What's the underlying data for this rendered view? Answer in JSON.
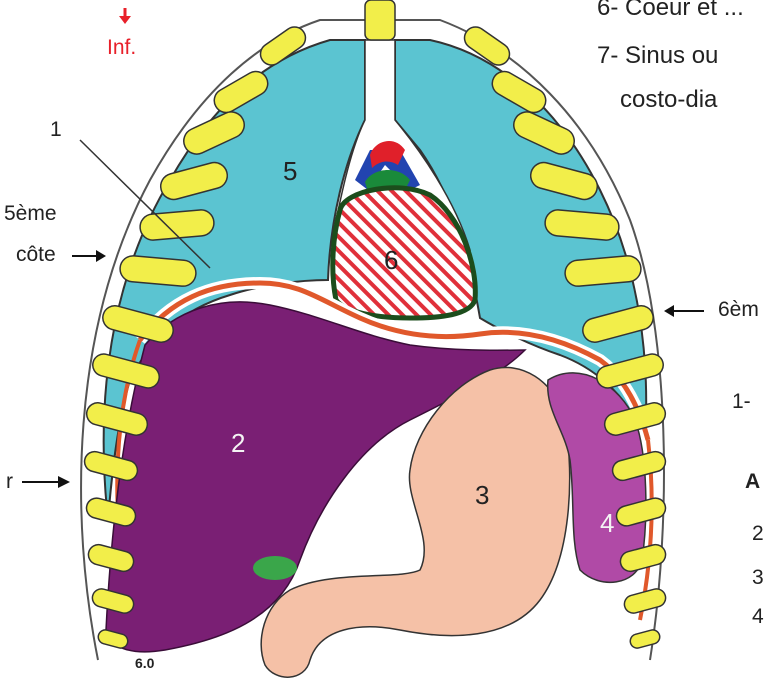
{
  "top": {
    "inf_label": "Inf.",
    "line6": "6- Coeur et ...",
    "line7a": "7- Sinus ou",
    "line7b": "costo-dia"
  },
  "side_left": {
    "rib5_line1": "5ème",
    "rib5_line2": "côte",
    "label1": "1",
    "left_arrow_prefix": "r"
  },
  "side_right": {
    "rib6": "6èm",
    "item1": "1-",
    "head_A": "A",
    "item2": "2",
    "item3": "3",
    "item4": "4"
  },
  "organs": {
    "n2": "2",
    "n3": "3",
    "n4": "4",
    "n5": "5",
    "n6": "6"
  },
  "footer": {
    "version": "6.0"
  },
  "colors": {
    "lung": "#5bc4d1",
    "rib": "#f2ee4a",
    "liver": "#7a1f74",
    "stomach": "#f5c1a7",
    "spleen": "#b04aa6",
    "heart_hatch": "#e0303a",
    "diaphragm": "#e0582b",
    "gallbladder": "#3aa64a",
    "vessel_blue": "#2244b0",
    "vessel_red": "#e0202a",
    "vessel_green": "#1a8a3a"
  }
}
